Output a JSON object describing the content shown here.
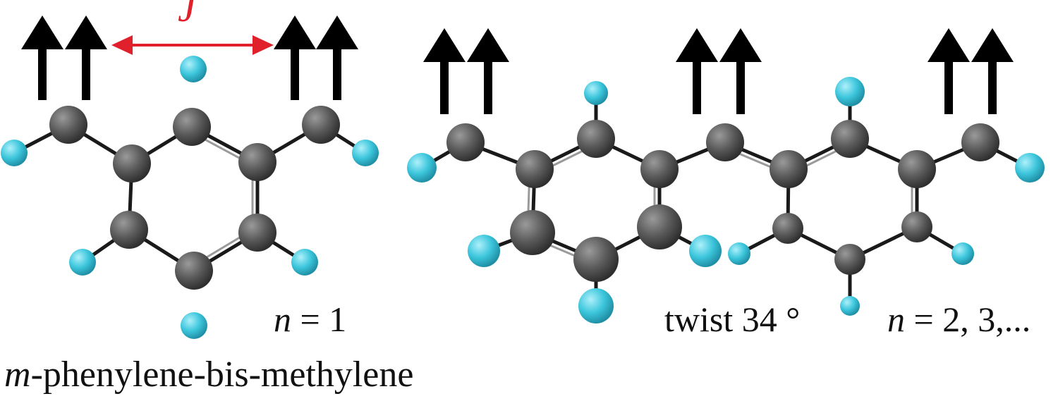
{
  "colors": {
    "carbon": "#5a5a5a",
    "hydrogen": "#3cc6dc",
    "bond": "#1a1a1a",
    "spin_arrow": "#000000",
    "coupling_arrow": "#e0202a"
  },
  "labels": {
    "coupling": "J",
    "n1_var": "n",
    "n1_rest": " = 1",
    "twist": "twist 34 °",
    "n2_var": "n",
    "n2_rest": " = 2, 3,...",
    "name_prefix": "m",
    "name_rest": "-phenylene-bis-methylene"
  }
}
